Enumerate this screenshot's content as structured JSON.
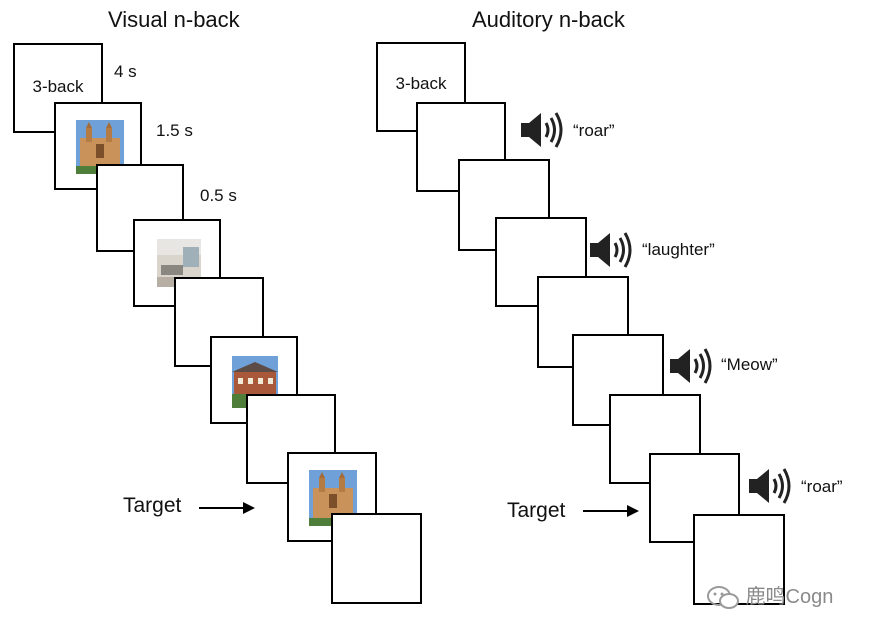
{
  "visual": {
    "title": "Visual n-back",
    "first_frame_text": "3-back",
    "timing": [
      "4 s",
      "1.5 s",
      "0.5 s"
    ],
    "target_label": "Target",
    "images": [
      "cathedral-photo",
      "interior-room-photo",
      "mansion-photo",
      "cathedral-photo"
    ]
  },
  "auditory": {
    "title": "Auditory n-back",
    "first_frame_text": "3-back",
    "sounds": [
      "“roar”",
      "“laughter”",
      "“Meow”",
      "“roar”"
    ],
    "target_label": "Target"
  },
  "watermark": "鹿鸣Cogn",
  "icons": {
    "speaker": "speaker-icon",
    "arrow": "arrow-right-icon",
    "watermark": "wechat-icon"
  },
  "colors": {
    "ink": "#000000",
    "sky": "#6fa0d8",
    "stone": "#c8925a",
    "grass": "#4f7d3a"
  }
}
